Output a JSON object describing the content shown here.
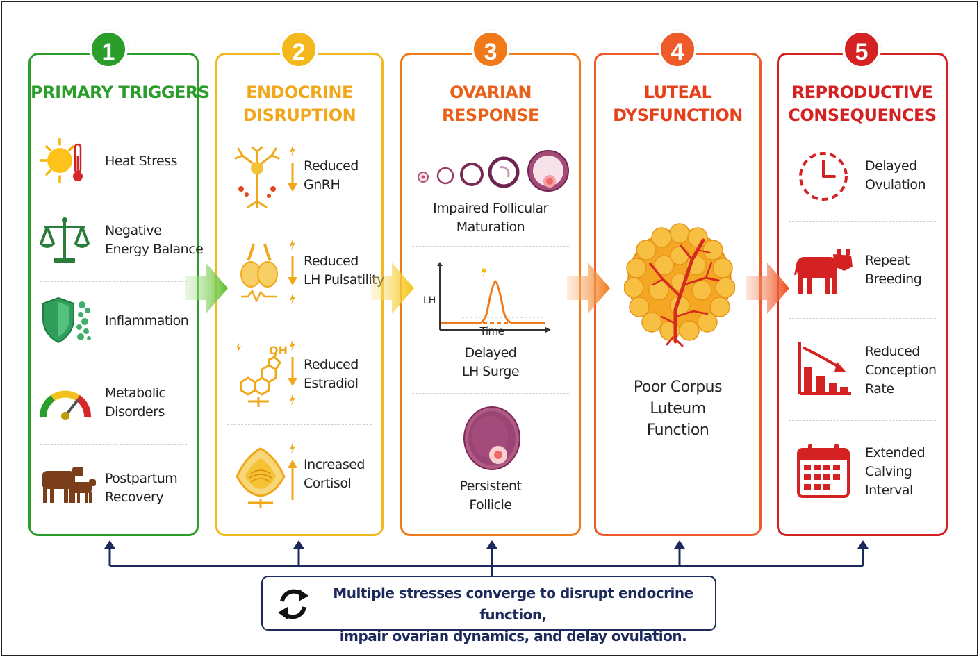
{
  "columns": [
    {
      "number": "1",
      "title": "PRIMARY TRIGGERS",
      "color": "#2a9d2a",
      "items": [
        {
          "label": "Heat Stress",
          "icon": "sun-thermometer-icon"
        },
        {
          "label": "Negative\nEnergy Balance",
          "icon": "scale-icon"
        },
        {
          "label": "Inflammation",
          "icon": "shield-icon"
        },
        {
          "label": "Metabolic\nDisorders",
          "icon": "gauge-icon"
        },
        {
          "label": "Postpartum\nRecovery",
          "icon": "cow-calf-icon"
        }
      ]
    },
    {
      "number": "2",
      "title": "ENDOCRINE\nDISRUPTION",
      "color": "#f2b81c",
      "items": [
        {
          "label": "Reduced\nGnRH",
          "icon": "neuron-icon"
        },
        {
          "label": "Reduced\nLH Pulsatility",
          "icon": "pituitary-icon"
        },
        {
          "label": "Reduced\nEstradiol",
          "icon": "steroid-molecule-icon"
        },
        {
          "label": "Increased\nCortisol",
          "icon": "adrenal-gland-icon"
        }
      ]
    },
    {
      "number": "3",
      "title": "OVARIAN\nRESPONSE",
      "color": "#f07a1a",
      "items": [
        {
          "label": "Impaired Follicular\nMaturation",
          "icon": "follicles-icon"
        },
        {
          "label": "Delayed\nLH Surge",
          "icon": "lh-curve-icon"
        },
        {
          "label": "Persistent\nFollicle",
          "icon": "persistent-follicle-icon"
        }
      ],
      "chart": {
        "ylabel": "LH",
        "xlabel": "Time"
      }
    },
    {
      "number": "4",
      "title": "LUTEAL\nDYSFUNCTION",
      "color": "#e94a1a",
      "items": [
        {
          "label": "Poor Corpus\nLuteum\nFunction",
          "icon": "corpus-luteum-icon"
        }
      ]
    },
    {
      "number": "5",
      "title": "REPRODUCTIVE\nCONSEQUENCES",
      "color": "#d42222",
      "items": [
        {
          "label": "Delayed\nOvulation",
          "icon": "clock-icon"
        },
        {
          "label": "Repeat\nBreeding",
          "icon": "cow-icon"
        },
        {
          "label": "Reduced\nConception\nRate",
          "icon": "declining-bars-icon"
        },
        {
          "label": "Extended\nCalving\nInterval",
          "icon": "calendar-icon"
        }
      ]
    }
  ],
  "footer": {
    "line1": "Multiple stresses converge to disrupt endocrine function,",
    "line2": "impair ovarian dynamics, and delay ovulation.",
    "icon": "cycle-arrows-icon",
    "color": "#1b2a5a"
  }
}
